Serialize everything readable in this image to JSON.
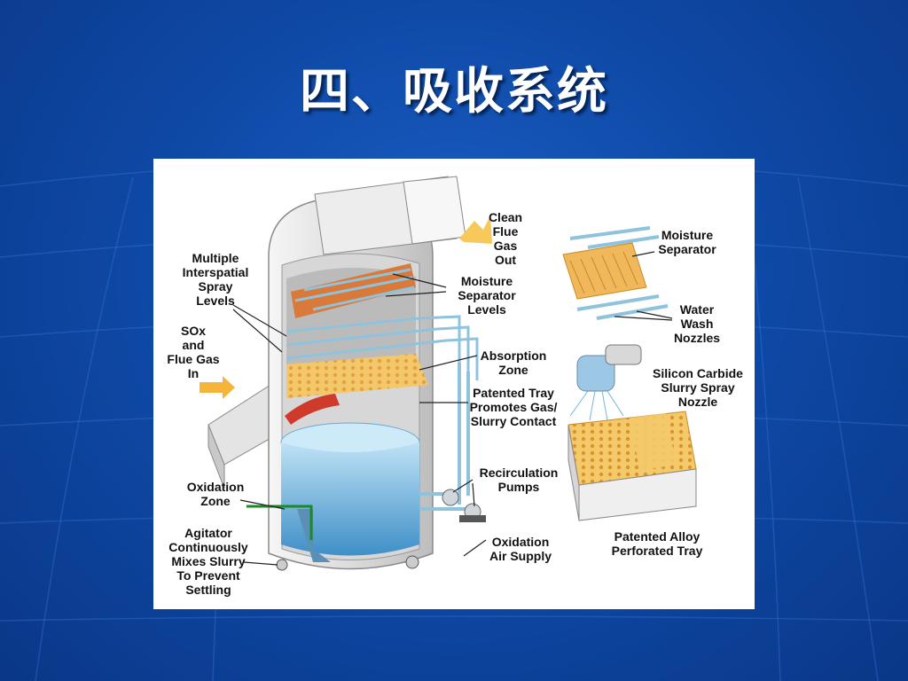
{
  "slide": {
    "title": "四、吸收系统"
  },
  "diagram": {
    "labels": {
      "clean_flue_gas_out": [
        "Clean",
        "Flue",
        "Gas",
        "Out"
      ],
      "multiple_spray_levels": [
        "Multiple",
        "Interspatial",
        "Spray",
        "Levels"
      ],
      "moisture_separator_levels": [
        "Moisture",
        "Separator",
        "Levels"
      ],
      "sox_flue_gas_in": [
        "SOx",
        "and",
        "Flue Gas",
        "In"
      ],
      "absorption_zone": [
        "Absorption",
        "Zone"
      ],
      "patented_tray": [
        "Patented Tray",
        "Promotes Gas/",
        "Slurry Contact"
      ],
      "recirculation_pumps": [
        "Recirculation",
        "Pumps"
      ],
      "oxidation_zone": [
        "Oxidation",
        "Zone"
      ],
      "agitator": [
        "Agitator",
        "Continuously",
        "Mixes Slurry",
        "To Prevent",
        "Settling"
      ],
      "oxidation_air_supply": [
        "Oxidation",
        "Air Supply"
      ],
      "moisture_separator": [
        "Moisture",
        "Separator"
      ],
      "water_wash_nozzles": [
        "Water",
        "Wash",
        "Nozzles"
      ],
      "silicon_carbide_nozzle": [
        "Silicon Carbide",
        "Slurry Spray",
        "Nozzle"
      ],
      "patented_alloy_tray": [
        "Patented Alloy",
        "Perforated Tray"
      ]
    }
  },
  "colors": {
    "background": "#0f4aa8",
    "title": "#ffffff",
    "tower": "#e9e9e9",
    "pipe": "#8fc3dd",
    "separator": "#f0b85a",
    "slurry": "#5aa9dc",
    "baffle": "#d03a2a"
  }
}
